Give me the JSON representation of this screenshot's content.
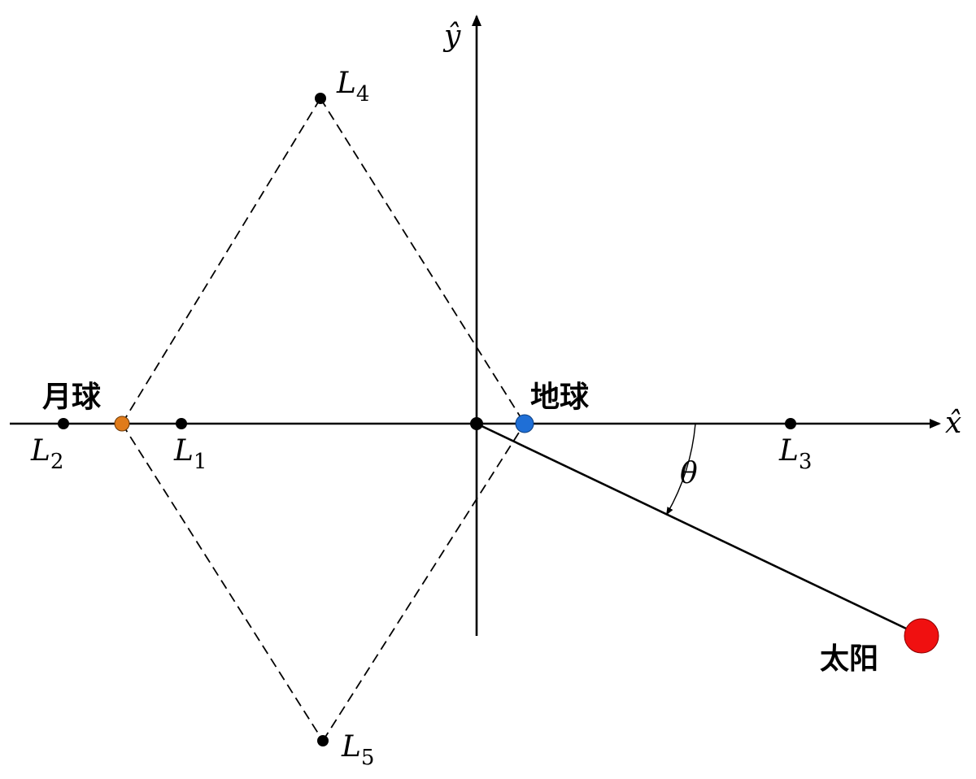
{
  "axes": {
    "x_label": "x̂",
    "y_label": "ŷ"
  },
  "bodies": {
    "moon": {
      "label": "月球",
      "color": "#e07b1a"
    },
    "earth": {
      "label": "地球",
      "color": "#1f6fd6"
    },
    "sun": {
      "label": "太阳",
      "color": "#f01010"
    }
  },
  "lagrange_points": [
    {
      "base": "L",
      "sub": "1"
    },
    {
      "base": "L",
      "sub": "2"
    },
    {
      "base": "L",
      "sub": "3"
    },
    {
      "base": "L",
      "sub": "4"
    },
    {
      "base": "L",
      "sub": "5"
    }
  ],
  "angle": {
    "label": "θ"
  }
}
